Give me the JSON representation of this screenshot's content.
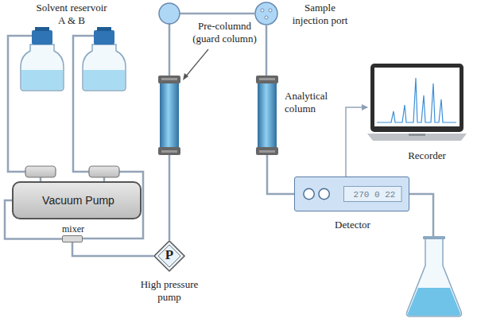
{
  "diagram": {
    "nodes": [
      {
        "text": [
          "Vacuum Pump"
        ]
      },
      {
        "text": [
          "mixer"
        ]
      },
      {
        "text": [
          "P",
          "High pressure pump"
        ]
      },
      {
        "text": [
          "Pre-columnd (guard column)"
        ]
      },
      {
        "text": [
          "Sample injection port"
        ]
      },
      {
        "text": [
          "Analytical column"
        ]
      },
      {
        "text": [
          "Detector",
          "270 0 22"
        ]
      },
      {
        "text": [
          "Recorder"
        ]
      }
    ],
    "edges": [
      {
        "from": 0,
        "to": 1,
        "arrow": "none"
      },
      {
        "from": 1,
        "to": 2,
        "arrow": "none"
      },
      {
        "from": 2,
        "to": 3,
        "arrow": "none"
      },
      {
        "from": 3,
        "to": 4,
        "arrow": "none"
      },
      {
        "from": 4,
        "to": 5,
        "arrow": "none"
      },
      {
        "from": 5,
        "to": 6,
        "arrow": "none"
      },
      {
        "from": 6,
        "to": 7,
        "arrow": "to"
      }
    ],
    "labels": [
      "Solvent reservoir A & B"
    ]
  }
}
